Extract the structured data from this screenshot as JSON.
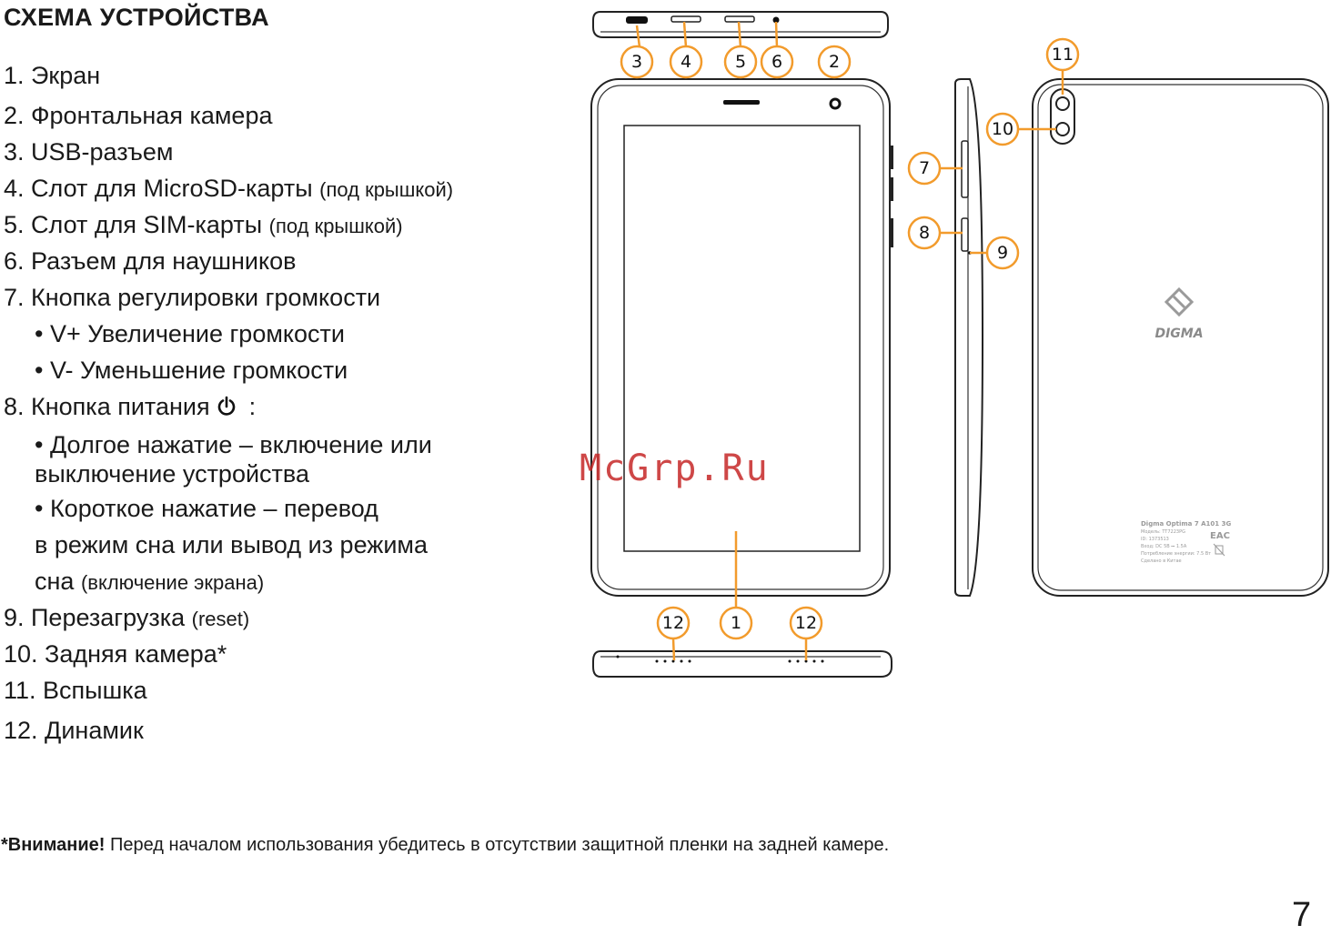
{
  "header": {
    "title": "СХЕМА УСТРОЙСТВА"
  },
  "legend": {
    "item1": "1. Экран",
    "item2": "2. Фронтальная камера",
    "item3": "3. USB-разъем",
    "item4_main": "4. Слот для MicroSD-карты",
    "item4_note": "(под крышкой)",
    "item5_main": "5. Слот для SIM-карты",
    "item5_note": "(под крышкой)",
    "item6": "6. Разъем для наушников",
    "item7": "7. Кнопка регулировки громкости",
    "item7_sub1": "• V+ Увеличение громкости",
    "item7_sub2": "• V- Уменьшение громкости",
    "item8": "8. Кнопка питания",
    "item8_colon": ":",
    "item8_sub1a": "• Долгое нажатие – включение или",
    "item8_sub1b": "выключение устройства",
    "item8_sub2a": "• Короткое нажатие – перевод",
    "item8_sub2b": "в режим сна или вывод из режима",
    "item8_sub2c_main": "сна",
    "item8_sub2c_note": "(включение экрана)",
    "item9_main": "9. Перезагрузка",
    "item9_note": "(reset)",
    "item10": "10. Задняя камера*",
    "item11": "11. Вспышка",
    "item12": "12. Динамик"
  },
  "callouts": {
    "c1": "1",
    "c2": "2",
    "c3": "3",
    "c4": "4",
    "c5": "5",
    "c6": "6",
    "c7": "7",
    "c8": "8",
    "c9": "9",
    "c10": "10",
    "c11": "11",
    "c12a": "12",
    "c12b": "12"
  },
  "back_label": {
    "brand": "DIGMA",
    "model": "Digma Optima 7 A101 3G",
    "line1": "Модель: TT7223PG",
    "line2": "ID: 1373513",
    "line3": "Вход: DC 5В ⎓ 1.5A",
    "line4": "Потребление энергии: 7.5 Вт",
    "line5": "Сделано в Китае",
    "mark": "EAC"
  },
  "footer": {
    "note_bold": "*Внимание!",
    "note_text": "Перед началом использования убедитесь в отсутствии защитной пленки на задней камере.",
    "page_number": "7"
  },
  "watermark": "McGrp.Ru",
  "colors": {
    "accent": "#f29b2c",
    "watermark": "#c62828",
    "line": "#222222"
  }
}
